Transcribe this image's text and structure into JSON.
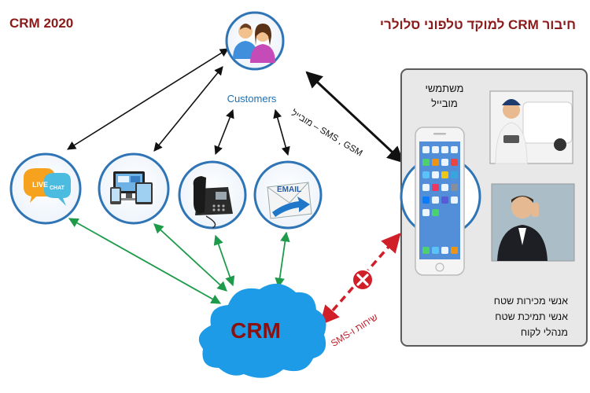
{
  "title_left": "CRM 2020",
  "title_right": "חיבור CRM למוקד טלפוני סלולרי",
  "customers_label": "Customers",
  "crm_label": "CRM",
  "channels": {
    "live_chat": {
      "live": "LIVE",
      "chat": "CHAT"
    },
    "email": {
      "text": "EMAIL"
    }
  },
  "sms_link_label": "SMS , GSM – מובייל",
  "service_link_label": "שיחות ו-SMS",
  "mobile_users": {
    "line1": "משתמשי",
    "line2": "מובייל"
  },
  "roles": [
    "אנשי מכירות שטח",
    "אנשי תמיכת שטח",
    "מנהלי לקוח"
  ],
  "colors": {
    "title": "#8b1a1a",
    "crm_text": "#8b1111",
    "cloud": "#1e9be6",
    "circle_border": "#2f74b5",
    "green_arrow": "#1e9b4a",
    "red_dashed": "#d11f2a"
  }
}
